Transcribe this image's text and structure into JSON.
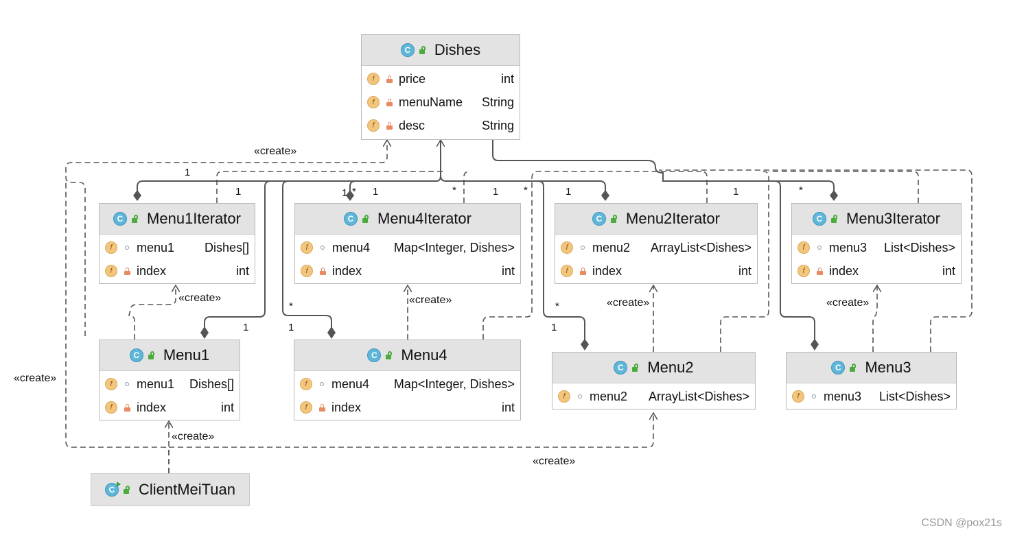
{
  "classes": {
    "dishes": {
      "name": "Dishes",
      "fields": [
        {
          "name": "price",
          "type": "int",
          "visibility": "private"
        },
        {
          "name": "menuName",
          "type": "String",
          "visibility": "private"
        },
        {
          "name": "desc",
          "type": "String",
          "visibility": "private"
        }
      ]
    },
    "menu1iterator": {
      "name": "Menu1Iterator",
      "fields": [
        {
          "name": "menu1",
          "type": "Dishes[]",
          "visibility": "package"
        },
        {
          "name": "index",
          "type": "int",
          "visibility": "private"
        }
      ]
    },
    "menu4iterator": {
      "name": "Menu4Iterator",
      "fields": [
        {
          "name": "menu4",
          "type": "Map<Integer, Dishes>",
          "visibility": "package"
        },
        {
          "name": "index",
          "type": "int",
          "visibility": "private"
        }
      ]
    },
    "menu2iterator": {
      "name": "Menu2Iterator",
      "fields": [
        {
          "name": "menu2",
          "type": "ArrayList<Dishes>",
          "visibility": "package"
        },
        {
          "name": "index",
          "type": "int",
          "visibility": "private"
        }
      ]
    },
    "menu3iterator": {
      "name": "Menu3Iterator",
      "fields": [
        {
          "name": "menu3",
          "type": "List<Dishes>",
          "visibility": "package"
        },
        {
          "name": "index",
          "type": "int",
          "visibility": "private"
        }
      ]
    },
    "menu1": {
      "name": "Menu1",
      "fields": [
        {
          "name": "menu1",
          "type": "Dishes[]",
          "visibility": "package"
        },
        {
          "name": "index",
          "type": "int",
          "visibility": "private"
        }
      ]
    },
    "menu4": {
      "name": "Menu4",
      "fields": [
        {
          "name": "menu4",
          "type": "Map<Integer, Dishes>",
          "visibility": "package"
        },
        {
          "name": "index",
          "type": "int",
          "visibility": "private"
        }
      ]
    },
    "menu2": {
      "name": "Menu2",
      "fields": [
        {
          "name": "menu2",
          "type": "ArrayList<Dishes>",
          "visibility": "package"
        }
      ]
    },
    "menu3": {
      "name": "Menu3",
      "fields": [
        {
          "name": "menu3",
          "type": "List<Dishes>",
          "visibility": "package"
        }
      ]
    },
    "client": {
      "name": "ClientMeiTuan",
      "fields": []
    }
  },
  "icons": {
    "class": "C",
    "field": "f"
  },
  "colors": {
    "header_bg": "#e3e3e3",
    "class_icon": "#5fb6d8",
    "field_icon": "#f3c67d",
    "private_lock": "#e88a62",
    "public_lock": "#4bab3d",
    "line": "#555555"
  },
  "edge_labels": {
    "create": "«create»"
  },
  "multiplicities": {
    "one": "1",
    "many": "*"
  },
  "watermark": "CSDN @pox21s"
}
